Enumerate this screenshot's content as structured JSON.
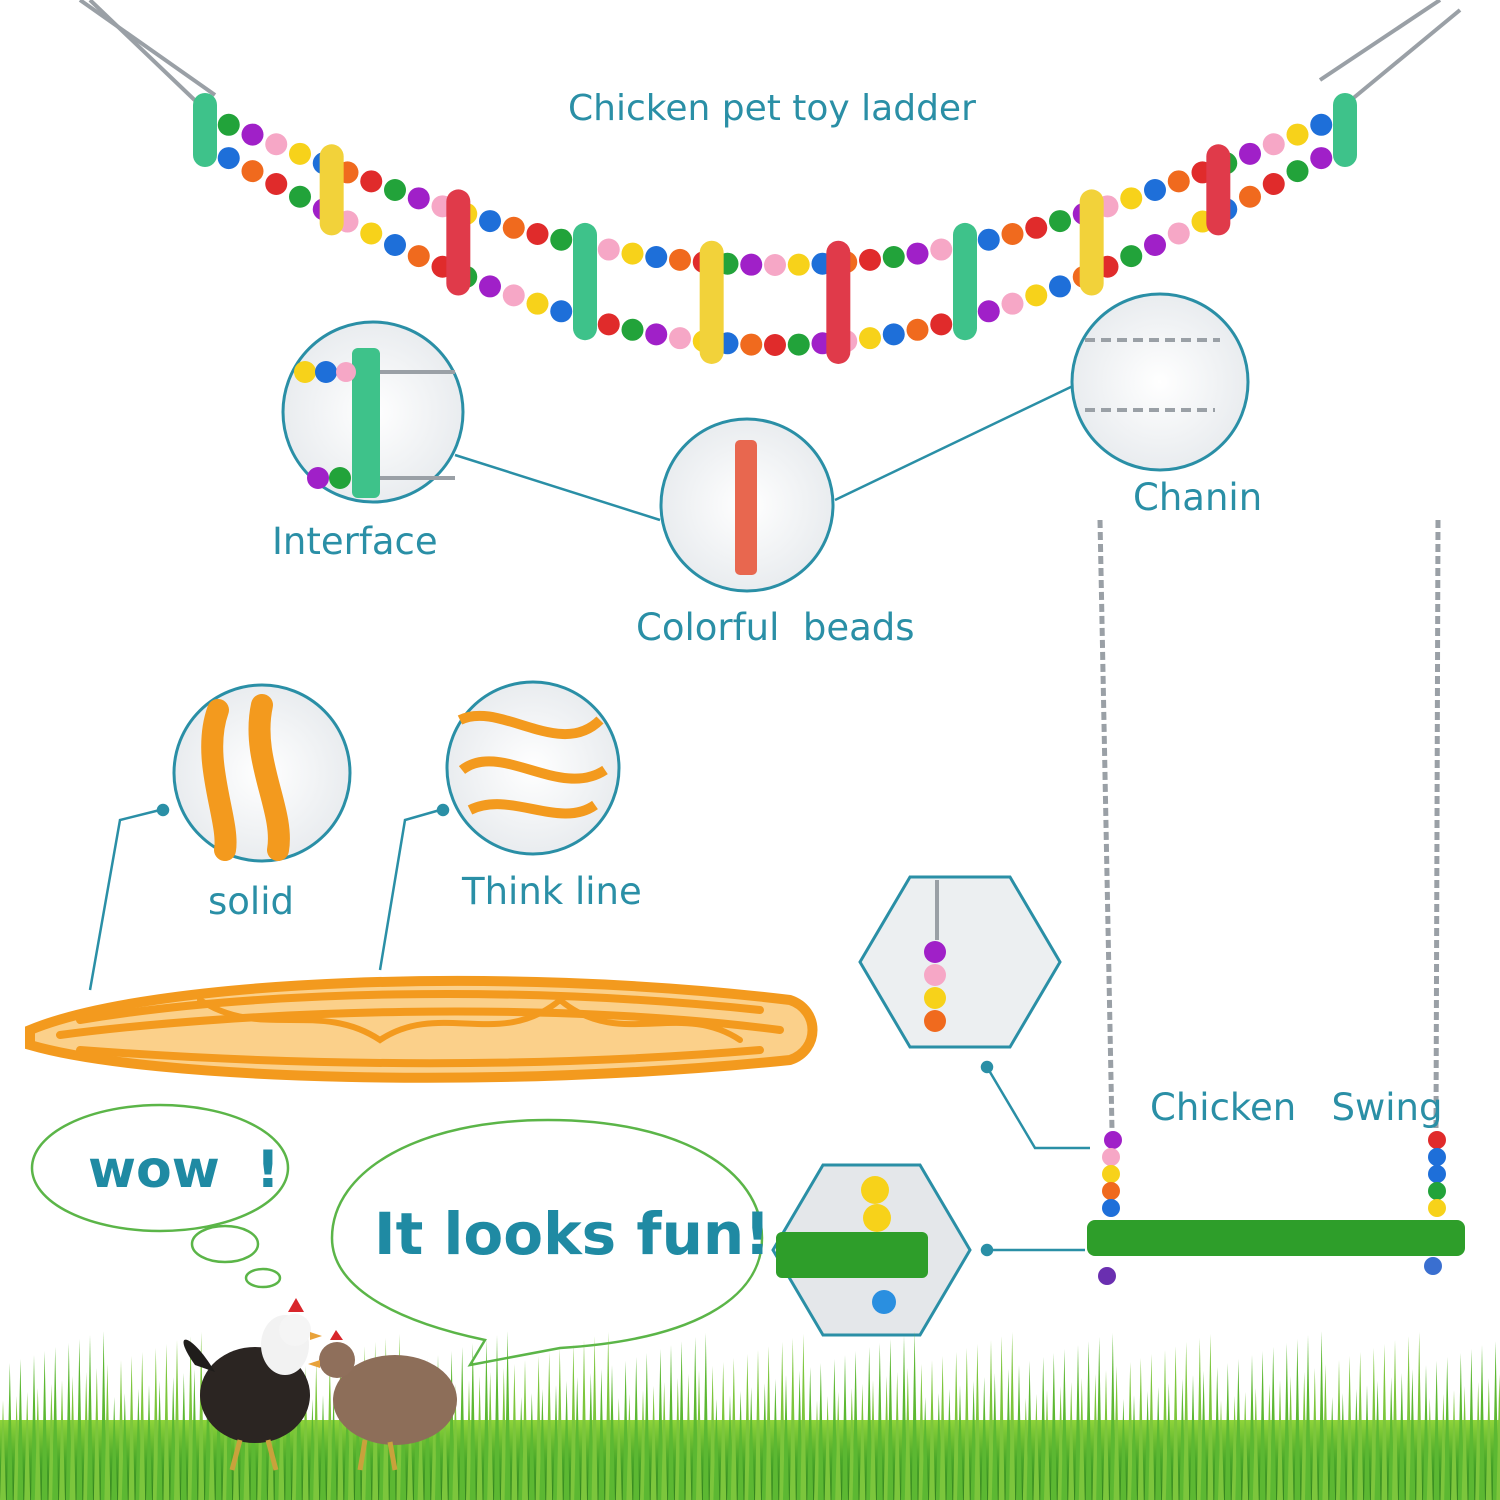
{
  "ladder": {
    "title": "Chicken pet toy ladder"
  },
  "callouts": {
    "interface": "Interface",
    "colorful_beads": "Colorful  beads",
    "chain": "Chanin"
  },
  "net": {
    "solid": "solid",
    "think_line": "Think line"
  },
  "swing": {
    "title": "Chicken   Swing"
  },
  "speech": {
    "wow": "wow  !",
    "fun": "It looks fun!"
  },
  "colors": {
    "accent": "#2a8fa6",
    "grass": "#4caf2a",
    "net_orange": "#f39a1e",
    "perch_green": "#2e9e2a"
  }
}
